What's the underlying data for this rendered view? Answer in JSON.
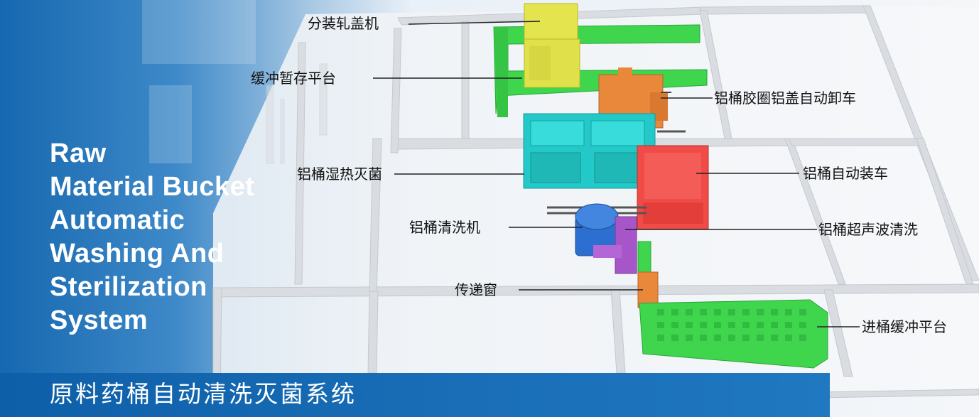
{
  "title_en": [
    "Raw",
    "Material Bucket",
    "Automatic",
    "Washing And",
    "Sterilization",
    "System"
  ],
  "title_cn": "原料药桶自动清洗灭菌系统",
  "labels": {
    "capping": "分装轧盖机",
    "buffer_storage": "缓冲暂存平台",
    "unloading": "铝桶胶圈铝盖自动卸车",
    "sterilize": "铝桶湿热灭菌",
    "loading": "铝桶自动装车",
    "washer": "铝桶清洗机",
    "ultrasonic": "铝桶超声波清洗",
    "pass_box": "传递窗",
    "inlet_buffer": "进桶缓冲平台"
  },
  "colors": {
    "brand_blue": "#1565ad",
    "green": "#3fd64e",
    "yellow": "#e4e44f",
    "orange": "#e9873a",
    "cyan": "#22c9c8",
    "red": "#f04b46",
    "blue": "#2d6fd0",
    "purple": "#a656c9"
  }
}
